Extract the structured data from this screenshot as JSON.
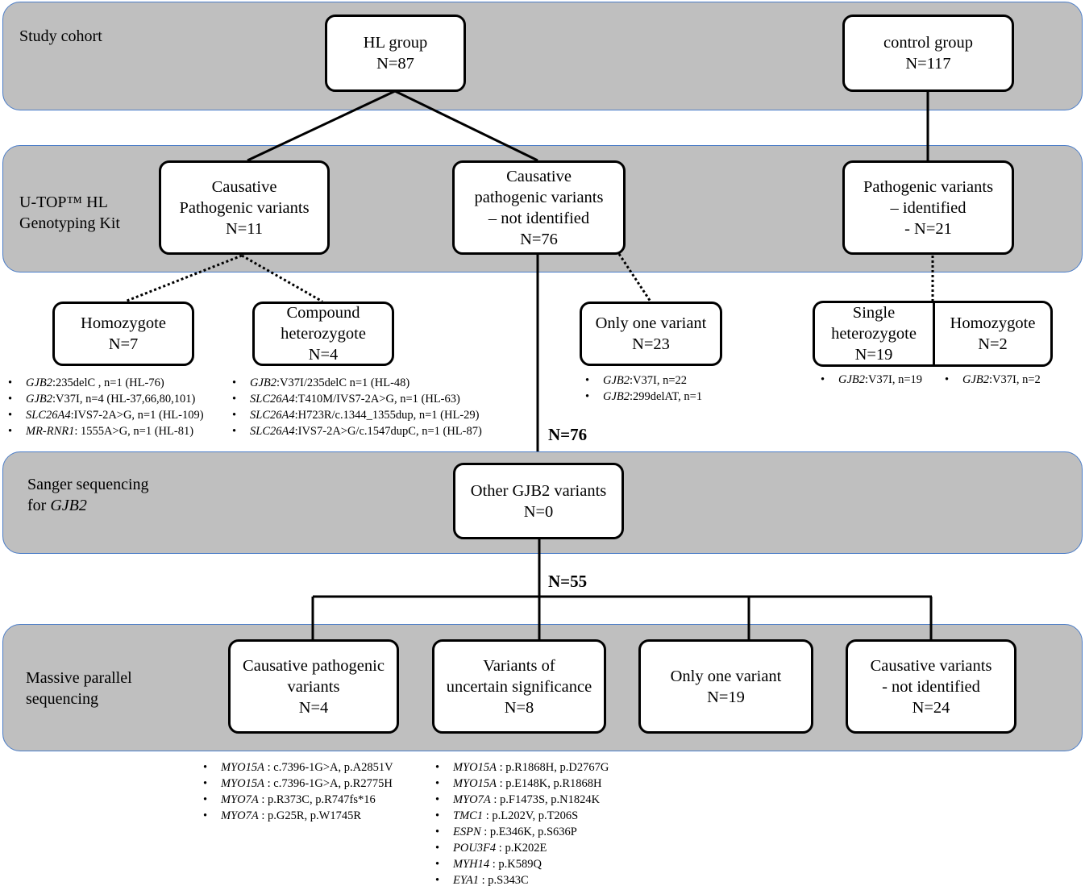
{
  "bands": [
    {
      "label": [
        "Study cohort"
      ]
    },
    {
      "label": [
        "U-TOP™ HL",
        "Genotyping Kit"
      ]
    },
    {
      "label": [
        "Sanger sequencing",
        "for "
      ],
      "label_italic": "GJB2"
    },
    {
      "label": [
        "Massive parallel",
        "sequencing"
      ]
    }
  ],
  "boxes": {
    "hl_group": [
      "HL group",
      "N=87"
    ],
    "control_group": [
      "control group",
      "N=117"
    ],
    "causative": [
      "Causative",
      "Pathogenic variants",
      "N=11"
    ],
    "not_identified": [
      "Causative",
      "pathogenic variants",
      "– not identified",
      "N=76"
    ],
    "pathogenic_identified": [
      "Pathogenic variants",
      "– identified",
      "-    N=21"
    ],
    "homozygote": [
      "Homozygote",
      "N=7"
    ],
    "compound": [
      "Compound",
      "heterozygote",
      "N=4"
    ],
    "only_one": [
      "Only one variant",
      "N=23"
    ],
    "single_het": [
      "Single",
      "heterozygote",
      "N=19"
    ],
    "control_homo": [
      "Homozygote",
      "N=2"
    ],
    "other_gjb2": [
      "Other GJB2 variants",
      "N=0"
    ],
    "mps_causative": [
      "Causative pathogenic",
      "variants",
      "N=4"
    ],
    "mps_vus": [
      "Variants of",
      "uncertain significance",
      "N=8"
    ],
    "mps_only_one": [
      "Only one variant",
      "N=19"
    ],
    "mps_not_identified": [
      "Causative variants",
      "- not identified",
      "N=24"
    ]
  },
  "counts": {
    "n76": "N=76",
    "n55": "N=55"
  },
  "lists": {
    "homozygote": [
      [
        "GJB2",
        ":235delC , n=1 (HL-76)"
      ],
      [
        "GJB2",
        ":V37I, n=4 (HL-37,66,80,101)"
      ],
      [
        "SLC26A4",
        ":IVS7-2A>G, n=1 (HL-109)"
      ],
      [
        "MR-RNR1",
        ": 1555A>G, n=1 (HL-81)"
      ]
    ],
    "compound": [
      [
        "GJB2",
        ":V37I/235delC n=1 (HL-48)"
      ],
      [
        "SLC26A4",
        ":T410M/IVS7-2A>G, n=1 (HL-63)"
      ],
      [
        "SLC26A4",
        ":H723R/c.1344_1355dup, n=1 (HL-29)"
      ],
      [
        "SLC26A4",
        ":IVS7-2A>G/c.1547dupC, n=1 (HL-87)"
      ]
    ],
    "only_one": [
      [
        "GJB2",
        ":V37I, n=22"
      ],
      [
        "GJB2",
        ":299delAT, n=1"
      ]
    ],
    "single_het": [
      [
        "GJB2",
        ":V37I, n=19"
      ]
    ],
    "control_homo": [
      [
        "GJB2",
        ":V37I, n=2"
      ]
    ],
    "mps_causative": [
      [
        "MYO15A",
        " : c.7396-1G>A, p.A2851V"
      ],
      [
        "MYO15A",
        " : c.7396-1G>A, p.R2775H"
      ],
      [
        "MYO7A",
        " : p.R373C, p.R747fs*16"
      ],
      [
        "MYO7A",
        " : p.G25R, p.W1745R"
      ]
    ],
    "mps_vus": [
      [
        "MYO15A",
        " : p.R1868H, p.D2767G"
      ],
      [
        "MYO15A",
        " : p.E148K, p.R1868H"
      ],
      [
        "MYO7A",
        " : p.F1473S, p.N1824K"
      ],
      [
        "TMC1",
        " : p.L202V, p.T206S"
      ],
      [
        "ESPN",
        " : p.E346K, p.S636P"
      ],
      [
        "POU3F4",
        " : p.K202E"
      ],
      [
        "MYH14",
        " : p.K589Q"
      ],
      [
        "EYA1",
        " : p.S343C"
      ]
    ]
  },
  "colors": {
    "band_fill": "#bfbfbf",
    "band_border": "#4a7cc7"
  }
}
